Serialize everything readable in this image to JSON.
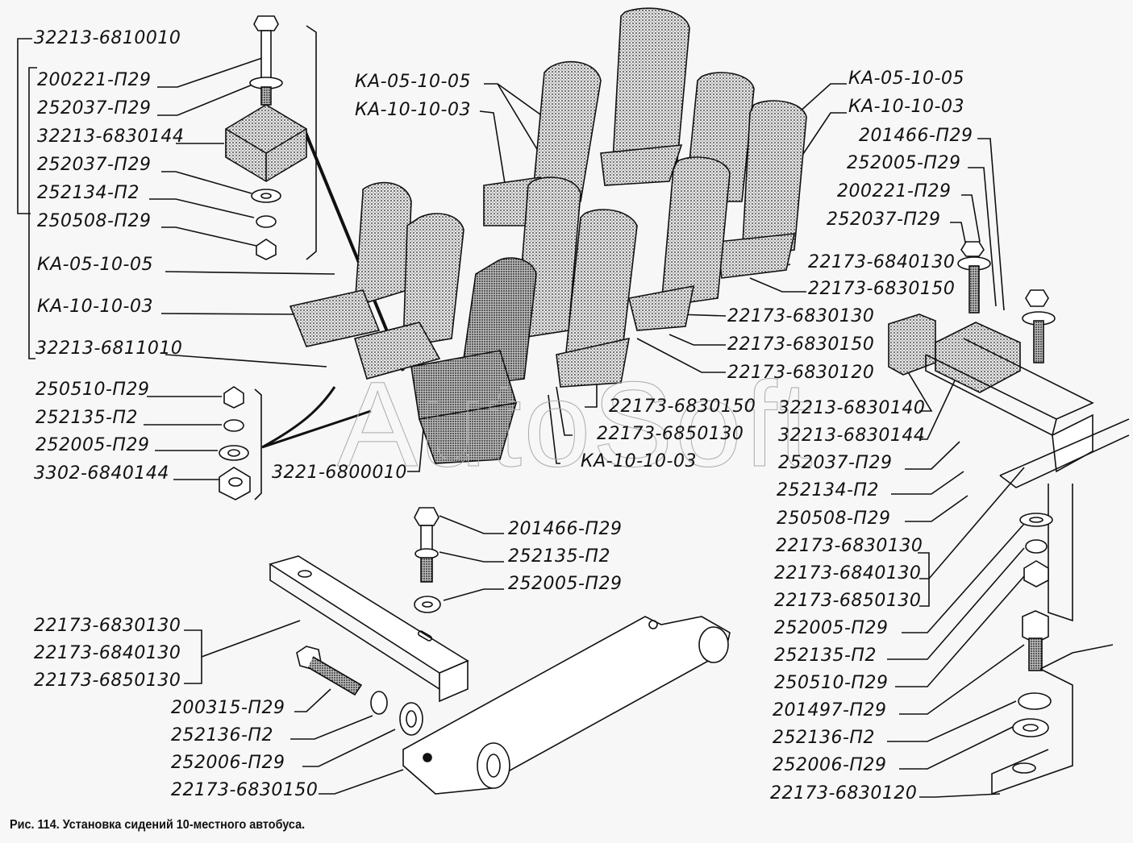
{
  "figure": {
    "caption": "Рис. 114. Установка сидений 10-местного автобуса.",
    "watermark": "AutoSoft"
  },
  "labels": {
    "top_left": [
      "32213-6810010",
      "200221-П29",
      "252037-П29",
      "32213-6830144",
      "252037-П29",
      "252134-П2",
      "250508-П29",
      "КА-05-10-05",
      "КА-10-10-03",
      "32213-6811010"
    ],
    "mid_left": [
      "250510-П29",
      "252135-П2",
      "252005-П29",
      "3302-6840144"
    ],
    "center": [
      "КА-05-10-05",
      "КА-10-10-03",
      "3221-6800010",
      "22173-6830150",
      "22173-6850130",
      "КА-10-10-03"
    ],
    "right_top": [
      "КА-05-10-05",
      "КА-10-10-03",
      "201466-П29",
      "252005-П29",
      "200221-П29",
      "252037-П29",
      "22173-6840130",
      "22173-6830150",
      "22173-6830130",
      "22173-6830150",
      "22173-6830120"
    ],
    "right_mid": [
      "32213-6830140",
      "32213-6830144",
      "252037-П29",
      "252134-П2",
      "250508-П29",
      "22173-6830130",
      "22173-6840130",
      "22173-6850130",
      "252005-П29",
      "252135-П2",
      "250510-П29",
      "201497-П29",
      "252136-П2",
      "252006-П29",
      "22173-6830120"
    ],
    "bottom_center": [
      "201466-П29",
      "252135-П2",
      "252005-П29"
    ],
    "bottom_left": [
      "22173-6830130",
      "22173-6840130",
      "22173-6850130",
      "200315-П29",
      "252136-П2",
      "252006-П29",
      "22173-6830150"
    ]
  }
}
